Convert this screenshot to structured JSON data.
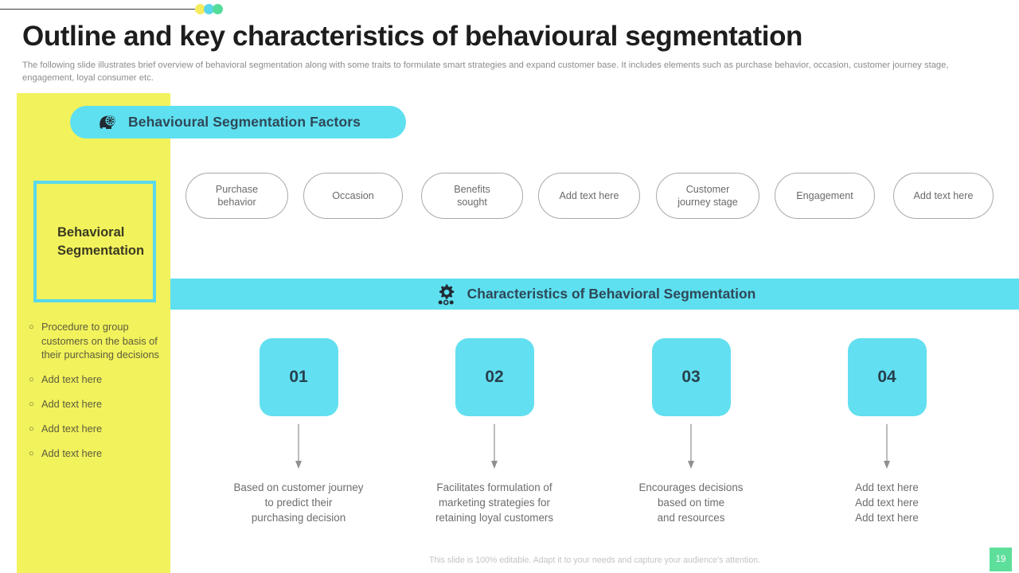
{
  "header": {
    "title": "Outline and key characteristics of behavioural segmentation",
    "subtitle": "The following slide illustrates brief overview of behavioral segmentation along with some traits to formulate smart strategies and expand customer base. It includes elements such as purchase behavior, occasion, customer journey stage, engagement, loyal consumer etc.",
    "dots": [
      "yellow-dot",
      "cyan-dot",
      "green-dot"
    ]
  },
  "sidebar": {
    "box_title_line1": "Behavioral",
    "box_title_line2": "Segmentation",
    "bullet_marker": "○",
    "bullets": [
      "Procedure to group customers on the basis of their purchasing decisions",
      "Add text here",
      "Add text here",
      "Add text here",
      "Add text here"
    ]
  },
  "factors": {
    "banner_label": "Behavioural Segmentation Factors",
    "banner_icon": "head-brain-icon",
    "pills": [
      {
        "label": "Purchase behavior",
        "line1": "Purchase",
        "line2": "behavior"
      },
      {
        "label": "Occasion",
        "line1": "Occasion",
        "line2": ""
      },
      {
        "label": "Benefits sought",
        "line1": "Benefits",
        "line2": "sought"
      },
      {
        "label": "Add text here",
        "line1": "Add text here",
        "line2": ""
      },
      {
        "label": "Customer journey stage",
        "line1": "Customer",
        "line2": "journey stage"
      },
      {
        "label": "Engagement",
        "line1": "Engagement",
        "line2": ""
      },
      {
        "label": "Add text here",
        "line1": "Add text here",
        "line2": ""
      }
    ]
  },
  "characteristics": {
    "banner_label": "Characteristics of Behavioral Segmentation",
    "banner_icon": "gear-dots-icon",
    "cards": [
      {
        "number": "01",
        "desc_line1": "Based on customer journey",
        "desc_line2": "to predict their",
        "desc_line3": "purchasing decision"
      },
      {
        "number": "02",
        "desc_line1": "Facilitates formulation  of",
        "desc_line2": "marketing strategies for",
        "desc_line3": "retaining loyal customers"
      },
      {
        "number": "03",
        "desc_line1": "Encourages decisions",
        "desc_line2": "based on time",
        "desc_line3": "and resources"
      },
      {
        "number": "04",
        "desc_line1": "Add text here",
        "desc_line2": "Add text here",
        "desc_line3": "Add text here"
      }
    ]
  },
  "footer": {
    "note": "This slide is 100% editable. Adapt it to your needs and capture your audience's attention.",
    "page_number": "19"
  },
  "colors": {
    "cyan": "#5ee0f0",
    "card_cyan": "#62dff0",
    "yellow": "#f2f25c",
    "green": "#5ddf9b",
    "navy_text": "#2f4858",
    "body_text": "#6d6d6d"
  }
}
